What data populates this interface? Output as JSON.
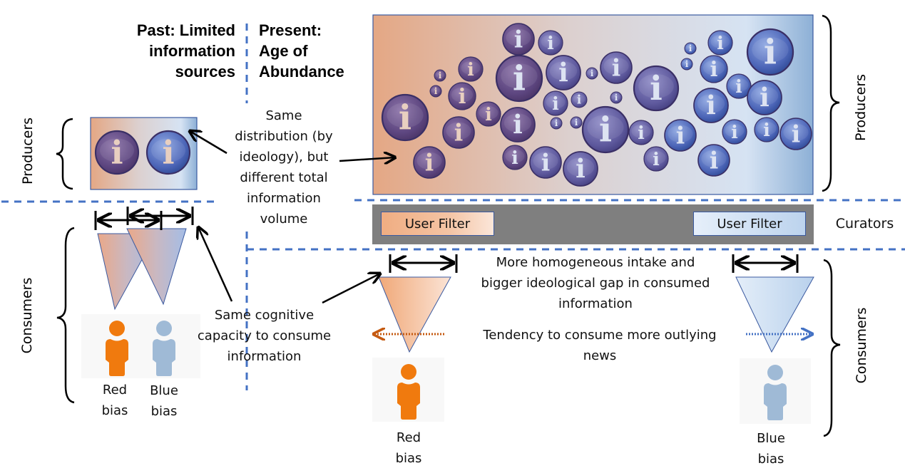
{
  "headings": {
    "past": [
      "Past: Limited",
      "information",
      "sources"
    ],
    "present": [
      "Present:",
      "Age of",
      "Abundance"
    ]
  },
  "side_labels": {
    "producers_left": "Producers",
    "consumers_left": "Consumers",
    "producers_right": "Producers",
    "curators_right": "Curators",
    "consumers_right": "Consumers"
  },
  "annotations": {
    "distribution": [
      "Same",
      "distribution (by",
      "ideology), but",
      "different total",
      "information",
      "volume"
    ],
    "cognitive": [
      "Same cognitive",
      "capacity to consume",
      "information"
    ],
    "homogeneous": [
      "More homogeneous intake and",
      "bigger ideological gap in consumed",
      "information"
    ],
    "tendency": [
      "Tendency to consume more outlying",
      "news"
    ]
  },
  "curators": {
    "red_filter_label": "User Filter",
    "blue_filter_label": "User Filter"
  },
  "consumers": {
    "past_red": [
      "Red",
      "bias"
    ],
    "past_blue": [
      "Blue",
      "bias"
    ],
    "present_red": [
      "Red",
      "bias"
    ],
    "present_blue": [
      "Blue",
      "bias"
    ]
  },
  "icons": {
    "info_glyph": "i"
  },
  "colors": {
    "red_bias": "#f07a0e",
    "blue_bias": "#9fbad6",
    "divider": "#4472c4",
    "curator_band": "#7f7f7f",
    "outlying_red_arrow": "#c55a11",
    "outlying_blue_arrow": "#4472c4"
  }
}
